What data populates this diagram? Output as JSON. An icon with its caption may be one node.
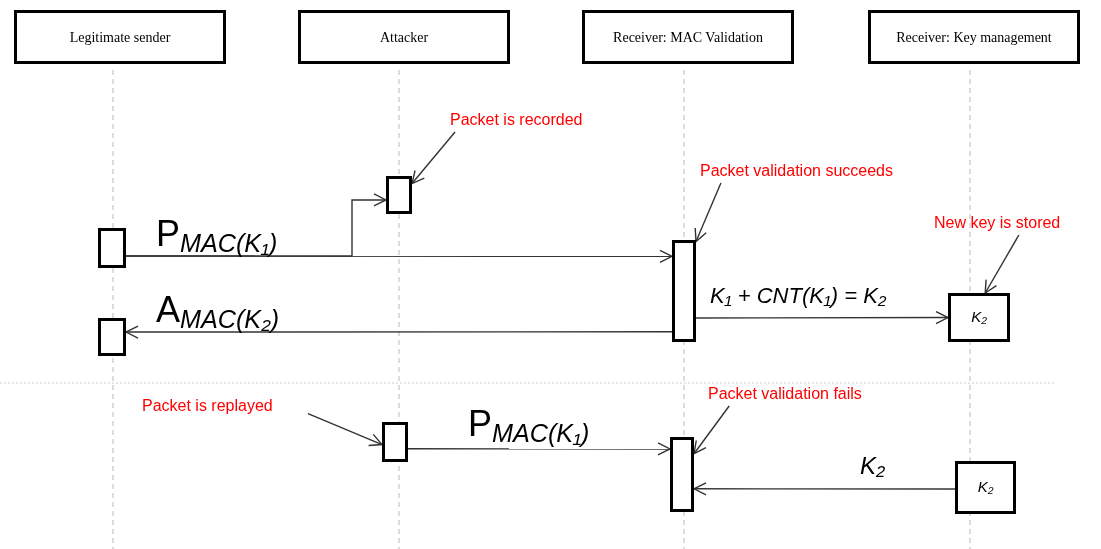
{
  "diagram": {
    "nodes": [
      {
        "text": [
          "Legitimate sender"
        ]
      },
      {
        "text": [
          "Attacker"
        ]
      },
      {
        "text": [
          "Receiver: MAC Validation"
        ]
      },
      {
        "text": [
          "Receiver: Key management"
        ]
      },
      {
        "text": [],
        "shape": "bar"
      },
      {
        "text": [],
        "shape": "bar"
      },
      {
        "text": [],
        "shape": "bar"
      },
      {
        "text": [
          "K₂"
        ]
      },
      {
        "text": [],
        "shape": "bar"
      },
      {
        "text": [],
        "shape": "bar"
      },
      {
        "text": [],
        "shape": "bar"
      },
      {
        "text": [
          "K₂"
        ]
      },
      {
        "text": [
          "Packet is recorded"
        ]
      },
      {
        "text": [
          "Packet validation succeeds"
        ]
      },
      {
        "text": [
          "New key is stored"
        ]
      },
      {
        "text": [
          "Packet is replayed"
        ]
      },
      {
        "text": [
          "Packet validation fails"
        ]
      }
    ],
    "edges": [
      {
        "from": 4,
        "to": 6,
        "arrow": "to",
        "label": "P$_{MAC(K₁)}$"
      },
      {
        "from": 4,
        "to": 5,
        "arrow": "to"
      },
      {
        "from": 6,
        "to": 8,
        "arrow": "to",
        "label": "A$_{MAC(K₂)}$"
      },
      {
        "from": 6,
        "to": 7,
        "arrow": "to",
        "label": "K₁ + CNT(K₁) = K₂"
      },
      {
        "from": 9,
        "to": 10,
        "arrow": "to",
        "label": "P$_{MAC(K₁)}$"
      },
      {
        "from": 11,
        "to": 10,
        "arrow": "to",
        "label": "K₂"
      },
      {
        "from": 12,
        "to": 5,
        "arrow": "to"
      },
      {
        "from": 13,
        "to": 6,
        "arrow": "to"
      },
      {
        "from": 14,
        "to": 7,
        "arrow": "to"
      },
      {
        "from": 15,
        "to": 9,
        "arrow": "to"
      },
      {
        "from": 16,
        "to": 10,
        "arrow": "to"
      }
    ]
  }
}
